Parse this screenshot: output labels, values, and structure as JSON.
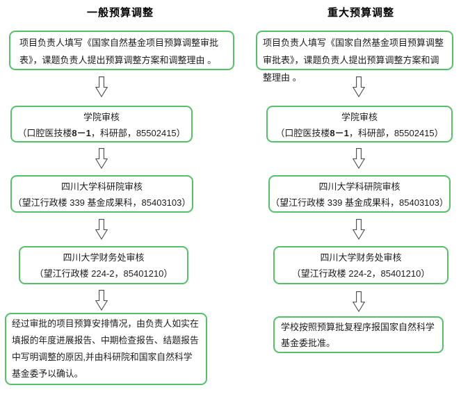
{
  "flow": {
    "left": {
      "title": "一般预算调整",
      "step1": "项目负责人填写《国家自然基金项目预算调整审批表》，课题负责人提出预算调整方案和调整理由 。",
      "step2": {
        "name": "学院审核",
        "detail_pre": "（口腔医技楼",
        "detail_num": "8－1",
        "detail_post": "，科研部，85502415）"
      },
      "step3": {
        "name": "四川大学科研院审核",
        "detail": "（望江行政楼 339 基金成果科，85403103）"
      },
      "step4": {
        "name": "四川大学财务处审核",
        "detail": "（望江行政楼 224-2，85401210）"
      },
      "step5": "经过审批的项目预算安排情况，由负责人如实在填报的年度进展报告、中期检查报告、结题报告中写明调整的原因,并由科研院和国家自然科学基金委予以确认。"
    },
    "right": {
      "title": "重大预算调整",
      "step1": "项目负责人填写《国家自然基金项目预算调整审批表》，课题负责人提出预算调整方案和调整理由 。",
      "step2": {
        "name": "学院审核",
        "detail_pre": "（口腔医技楼",
        "detail_num": "8－1",
        "detail_post": "，科研部，85502415）"
      },
      "step3": {
        "name": "四川大学科研院审核",
        "detail": "（望江行政楼 339 基金成果科，85403103）"
      },
      "step4": {
        "name": "四川大学财务处审核",
        "detail": "（望江行政楼 224-2，85401210）"
      },
      "step5": "学校按照预算批复程序报国家自然科学基金委批准。"
    }
  },
  "icons": {
    "down_arrow": "hollow-down-arrow"
  },
  "colors": {
    "box_border": "#52c168",
    "arrow_outline": "#4a4a4a",
    "text": "#1c1c1c",
    "title": "#000000"
  }
}
